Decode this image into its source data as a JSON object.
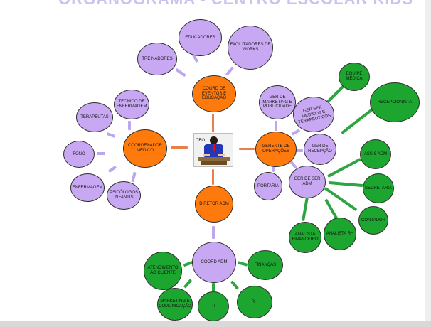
{
  "title": "ORGANOGRAMA - CENTRO ESCOLAR KIDS",
  "ceo_label": "CEO",
  "nodes": {
    "educadores": "EDUCADORES",
    "facilitadores": "FACILITADORES DE WORKS",
    "treinadores": "TREINADORES",
    "coord_eventos": "COORD DE EVENTOS E EDUCAÇÃO",
    "tecnico_enfermagem": "TECNICO DE ENFERMAGEM",
    "terapeutas": "TERAPEUTAS",
    "coordenador_medico": "COORDENADOR MÉDICO",
    "fono": "FONO",
    "enfermagem": "ENFERMAGEM",
    "psicologos": "PSICÓLOGOS INFANTIS",
    "diretor_adm": "DIRETOR ADM",
    "coord_adm": "COORD ADM",
    "atendimento": "ATENDIMENTO AO CLIENTE",
    "financas": "FINANÇAS",
    "marketing_com": "MARKETING E COMUNICAÇÃO",
    "ti": "TI",
    "rh": "RH",
    "gerente_operacoes": "GERENTE DE OPERAÇÕES",
    "ger_marketing": "GER DE MARKETING E PUBLICIDADE",
    "ger_ser_medicos": "GER SER MEDICOS E TERAPEUTICOS",
    "equipe_medica": "EQUIPE MÉDICA",
    "recepcionista": "RECEPCIONISTA",
    "ger_recepcao": "GER DE RECEPÇÃO",
    "portaria": "PORTARIA",
    "ger_ser_adm": "GER DE SER ADM",
    "assis_adm": "ASSIS ADM",
    "secretaria": "SECRETARIA",
    "contador": "CONTADOR",
    "analista_rh": "ANALISTA RH",
    "analista_financeiro": "ANALISTA FINANCEIRO"
  },
  "colors": {
    "purple": "#c8a8f2",
    "orange": "#ff7a0c",
    "green": "#1ca52f"
  }
}
